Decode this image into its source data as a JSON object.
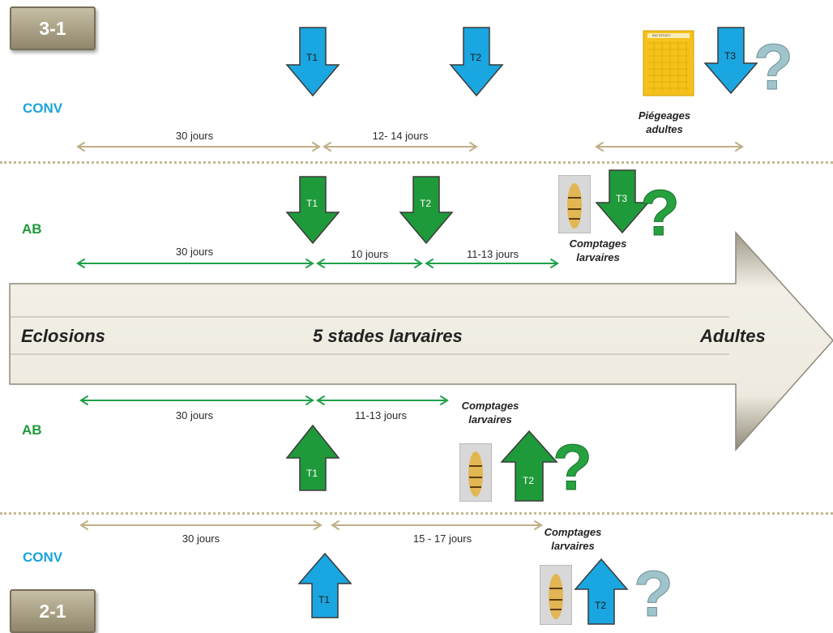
{
  "panels": {
    "top": {
      "tag": "3-1"
    },
    "bottom": {
      "tag": "2-1"
    }
  },
  "rows": {
    "conv_top": {
      "group_label": "CONV",
      "treatments": [
        "T1",
        "T2",
        "T3"
      ],
      "durations": [
        "30 jours",
        "12- 14 jours"
      ],
      "note_lines": [
        "Piégeages",
        "adultes"
      ],
      "sticky_trap_text": "BIO STICKY"
    },
    "ab_top": {
      "group_label": "AB",
      "treatments": [
        "T1",
        "T2",
        "T3"
      ],
      "durations": [
        "30 jours",
        "10 jours",
        "11-13 jours"
      ],
      "note_lines": [
        "Comptages",
        "larvaires"
      ]
    },
    "ab_bottom": {
      "group_label": "AB",
      "treatments": [
        "T1",
        "T2"
      ],
      "durations": [
        "30 jours",
        "11-13 jours"
      ],
      "note_lines": [
        "Comptages",
        "larvaires"
      ]
    },
    "conv_bottom": {
      "group_label": "CONV",
      "treatments": [
        "T1",
        "T2"
      ],
      "durations": [
        "30 jours",
        "15 - 17 jours"
      ],
      "note_lines": [
        "Comptages",
        "larvaires"
      ]
    }
  },
  "timeline": {
    "stages": [
      "Eclosions",
      "5 stades larvaires",
      "Adultes"
    ]
  },
  "colors": {
    "conv": "#1aa3dc",
    "ab": "#1e9a3a",
    "span_conv": "#bfae87",
    "span_ab": "#1fa14a",
    "timeline": "#d8d3c6"
  },
  "icons": {
    "question_mark": "question-mark-icon",
    "larva_photo": "larva-photo",
    "sticky_trap": "sticky-trap-image"
  }
}
